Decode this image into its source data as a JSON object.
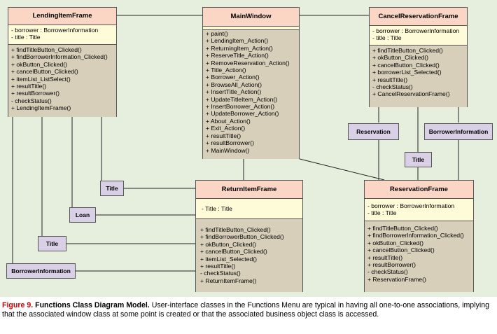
{
  "classes": {
    "lending": {
      "name": "LendingItemFrame",
      "attributes": [
        "- borrower : BorrowerInformation",
        "- title : Title"
      ],
      "operations": [
        "+ findTitleButton_Clicked()",
        "+ findBorrowerInformation_Clicked()",
        "+ okButton_Clicked()",
        "+ cancelButton_Clicked()",
        "+ itemList_ListSelect()",
        "+ resultTitle()",
        "+ resultBorrower()",
        "- checkStatus()",
        "+ LendingItemFrame()"
      ]
    },
    "main": {
      "name": "MainWindow",
      "operations": [
        "+ paint()",
        "+ LendingItem_Action()",
        "+ ReturningItem_Action()",
        "+ ReserveTitle_Action()",
        "+ RemoveReservation_Action()",
        "+ Title_Action()",
        "+ Borrower_Action()",
        "+ BrowseAll_Action()",
        "+ InsertTitle_Action()",
        "+ UpdateTitleItem_Action()",
        "+ InsertBorrower_Action()",
        "+ UpdateBorrower_Action()",
        "+ About_Action()",
        "+ Exit_Action()",
        "+ resultTitle()",
        "+ resultBorrower()",
        "+ MainWindow()"
      ]
    },
    "cancel": {
      "name": "CancelReservationFrame",
      "attributes": [
        "- borrower : BorrowerInformation",
        "- title : Title"
      ],
      "operations": [
        "+ findTitleButton_Clicked()",
        "+ okButton_Clicked()",
        "+ cancelButton_Clicked()",
        "+ borrowerList_Selected()",
        "+ resultTitle()",
        "- checkStatus()",
        "+ CancelReservationFrame()"
      ]
    },
    "return": {
      "name": "ReturnItemFrame",
      "attributes": [
        "- Title : Title"
      ],
      "operations": [
        "+ findTitleButton_Clicked()",
        "+ findBorrowerButton_Clicked()",
        "+ okButton_Clicked()",
        "+ cancelButton_Clicked()",
        "+ itemList_Selected()",
        "+ resultTitle()",
        "- checkStatus()",
        "+ ReturnItemFrame()"
      ]
    },
    "reservation": {
      "name": "ReservationFrame",
      "attributes": [
        "- borrower : BorrowerInformation",
        "- title : Title"
      ],
      "operations": [
        "+ findTitleButton_Clicked()",
        "+ findBorrowerInformation_Clicked()",
        "+ okButton_Clicked()",
        "+ cancelButton_Clicked()",
        "+ resultTitle()",
        "+ resultBorrower()",
        "- checkStatus()",
        "+ ReservationFrame()"
      ]
    }
  },
  "tags": {
    "title1": "Title",
    "loan": "Loan",
    "title2": "Title",
    "borrower_info": "BorrowerInformation",
    "reservation": "Reservation",
    "title3": "Title",
    "borrower_info2": "BorrowerInformation"
  },
  "caption": {
    "label": "Figure 9.",
    "title": "Functions Class Diagram Model.",
    "body": "User-interface classes in the Functions Menu are typical in having all one-to-one associations, implying that the associated window class at some point is created or that the associated business object class is accessed."
  }
}
